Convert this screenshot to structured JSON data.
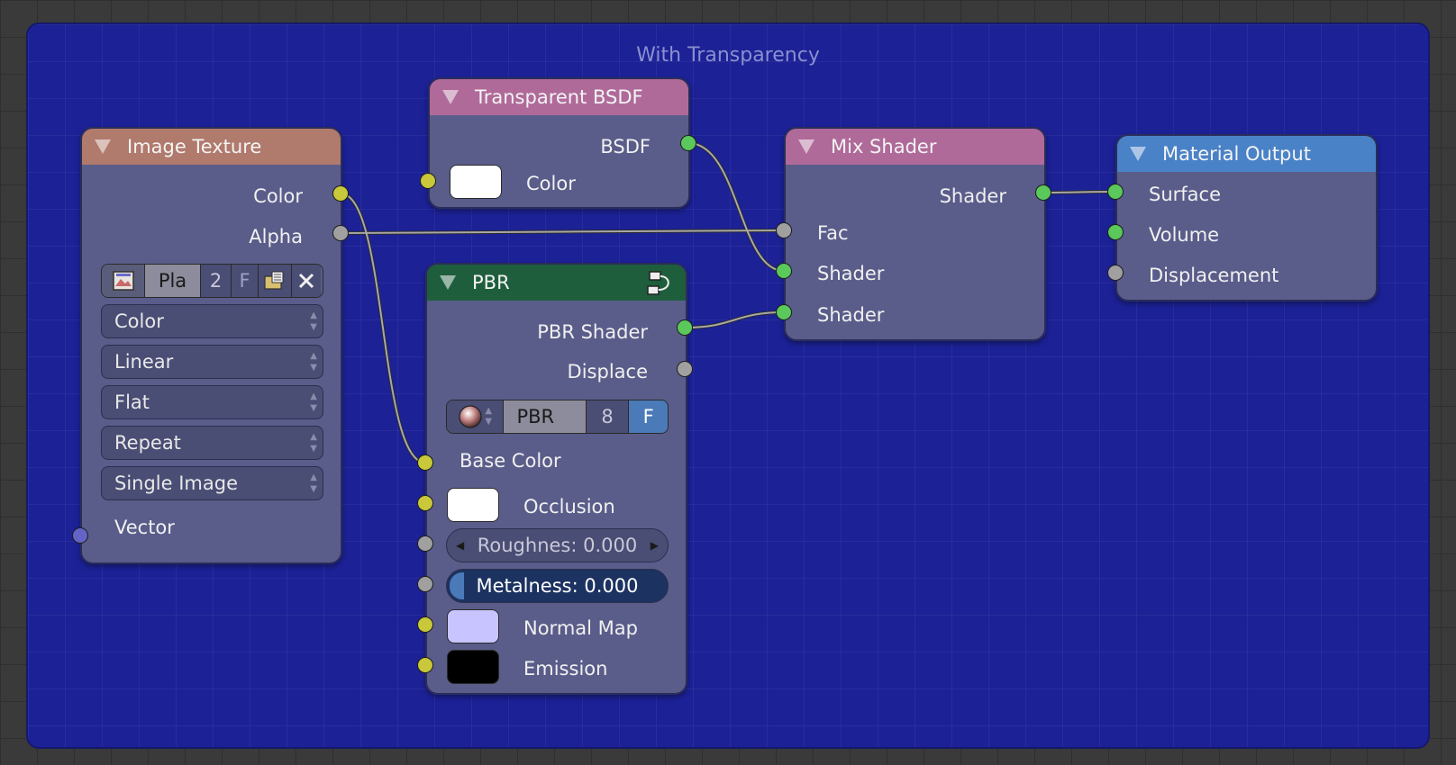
{
  "frame": {
    "label": "With Transparency"
  },
  "nodes": {
    "image_texture": {
      "title": "Image Texture",
      "header_color": "#b07a6c",
      "outputs": [
        "Color",
        "Alpha"
      ],
      "image_block": {
        "name": "Pla",
        "users": "2",
        "fake_user": "F"
      },
      "dropdowns": [
        "Color",
        "Linear",
        "Flat",
        "Repeat",
        "Single Image"
      ],
      "inputs": [
        "Vector"
      ]
    },
    "transparent_bsdf": {
      "title": "Transparent BSDF",
      "header_color": "#b06a9a",
      "outputs": [
        "BSDF"
      ],
      "inputs": [
        "Color"
      ],
      "color_swatch": "#ffffff"
    },
    "mix_shader": {
      "title": "Mix Shader",
      "header_color": "#b06a9a",
      "outputs": [
        "Shader"
      ],
      "inputs": [
        "Fac",
        "Shader",
        "Shader"
      ]
    },
    "material_output": {
      "title": "Material Output",
      "header_color": "#4a82c8",
      "inputs": [
        "Surface",
        "Volume",
        "Displacement"
      ]
    },
    "pbr": {
      "title": "PBR",
      "header_color": "#1e5e3c",
      "outputs": [
        "PBR Shader",
        "Displace"
      ],
      "group_block": {
        "name": "PBR",
        "users": "8",
        "fake_user": "F"
      },
      "inputs": {
        "base_color": "Base Color",
        "occlusion": "Occlusion",
        "roughness": "Roughnes: 0.000",
        "metalness": "Metalness: 0.000",
        "normal_map": "Normal Map",
        "emission": "Emission"
      },
      "swatches": {
        "occlusion": "#ffffff",
        "normal_map": "#c8c4ff",
        "emission": "#000000"
      }
    }
  },
  "socket_colors": {
    "color": "#c8c83a",
    "shader": "#5ac85a",
    "value": "#a0a0a0",
    "vector": "#6464c8"
  },
  "icons": [
    "image-icon",
    "open-file-icon",
    "close-icon",
    "material-ball-icon",
    "group-link-icon",
    "collapse-triangle-icon"
  ]
}
